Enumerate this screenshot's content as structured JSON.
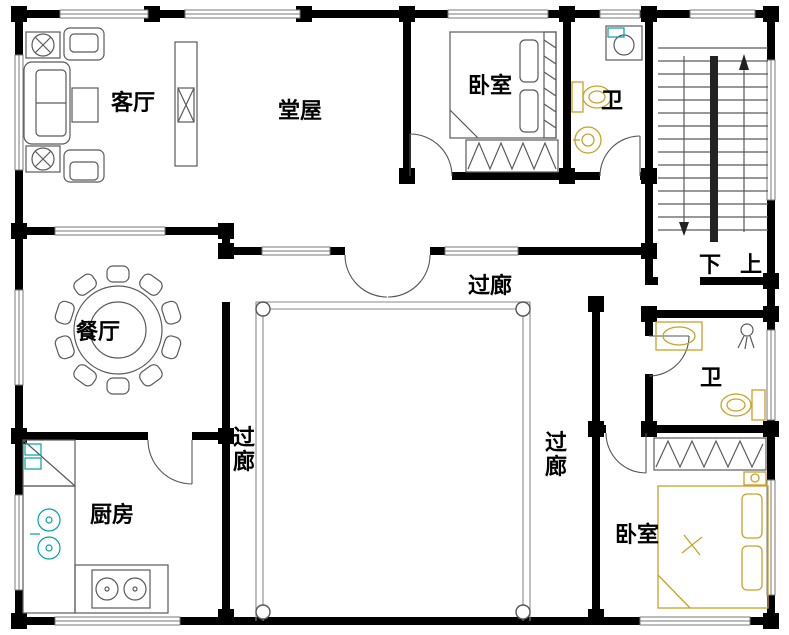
{
  "colors": {
    "wall": "#000000",
    "line": "#7a7a7a",
    "furniture": "#5a5a5a",
    "accent_yellow": "#c9a227",
    "accent_cyan": "#00a2a2"
  },
  "labels": {
    "living_room": "客厅",
    "hall": "堂屋",
    "bedroom_top": "卧室",
    "bathroom_top": "卫",
    "stairs_down": "下",
    "stairs_up": "上",
    "corridor_top": "过廊",
    "corridor_left": "过廊",
    "corridor_right": "过廊",
    "dining_room": "餐厅",
    "kitchen": "厨房",
    "bathroom_right": "卫",
    "bedroom_bottom": "卧室"
  }
}
